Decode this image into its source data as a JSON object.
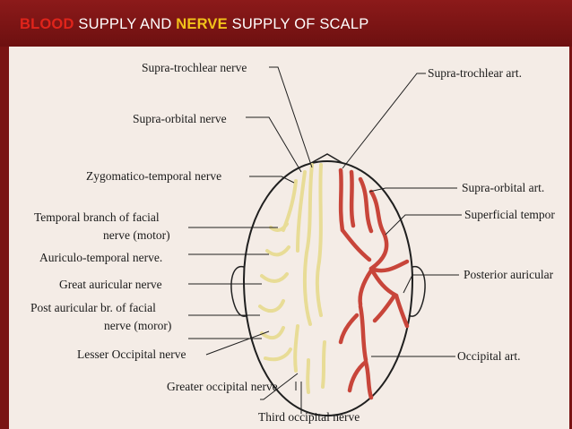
{
  "title": {
    "blood": "BLOOD",
    "part1": "SUPPLY AND",
    "nerve": "NERVE",
    "part2": "SUPPLY OF SCALP"
  },
  "colors": {
    "frame": "#7a1414",
    "blood": "#e0241b",
    "nerve": "#f2c21a",
    "paper": "#f4ece6",
    "artery": "#c8453a",
    "nerve_drawing": "#e8dc96"
  },
  "left_labels": [
    "Supra-trochlear nerve",
    "Supra-orbital nerve",
    "Zygomatico-temporal nerve",
    "Temporal branch of facial",
    "nerve (motor)",
    "Auriculo-temporal nerve.",
    "Great auricular nerve",
    "Post auricular br. of facial",
    "nerve (moror)",
    "Lesser Occipital nerve"
  ],
  "right_labels": [
    "Supra-trochlear art.",
    "Supra-orbital art.",
    "Superficial tempor",
    "Posterior auricular",
    "Occipital art."
  ],
  "bottom_labels": [
    "Greater occipital nerve",
    "Third occipital nerve"
  ]
}
